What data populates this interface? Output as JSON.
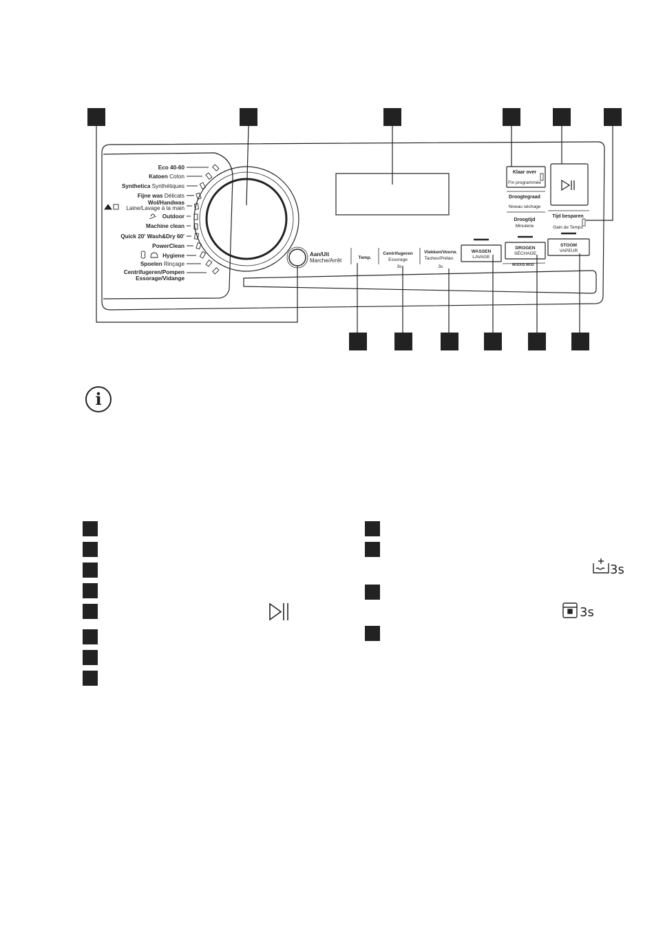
{
  "control_panel": {
    "programs": [
      {
        "nl": "Eco 40-60",
        "fr": ""
      },
      {
        "nl": "Katoen",
        "fr": "Coton"
      },
      {
        "nl": "Synthetica",
        "fr": "Synthétiques"
      },
      {
        "nl": "Fijne was",
        "fr": "Délicats"
      },
      {
        "nl": "Wol/Handwas",
        "fr": "Laine/Lavage à la main"
      },
      {
        "nl": "Outdoor",
        "fr": ""
      },
      {
        "nl": "Machine clean",
        "fr": ""
      },
      {
        "nl": "Quick 20' Wash&Dry 60'",
        "fr": ""
      },
      {
        "nl": "PowerClean",
        "fr": ""
      },
      {
        "nl": "Hygiene",
        "fr": ""
      },
      {
        "nl": "Spoelen",
        "fr": "Rinçage"
      },
      {
        "nl": "Centrifugeren/Pompen",
        "fr": "Essorage/Vidange"
      }
    ],
    "power": {
      "nl": "Aan/Uit",
      "fr": "Marche/Arrêt"
    },
    "temp": "Temp.",
    "spin": {
      "nl": "Centrifugeren",
      "fr": "Essorage",
      "sub": "3s"
    },
    "stains": {
      "nl": "Vlekken/Voorw.",
      "fr": "Taches/Prélav.",
      "sub": "3s"
    },
    "wash": {
      "nl": "WASSEN",
      "fr": "LAVAGE"
    },
    "dry": {
      "nl": "DROGEN",
      "fr": "SÉCHAGE"
    },
    "steam": {
      "nl": "STOOM",
      "fr": "VAPEUR"
    },
    "mode_label": "MODUS MOD",
    "end_time": {
      "nl": "Klaar over",
      "fr": "Fin programmée"
    },
    "dryness": {
      "nl": "Droogtegraad",
      "fr": "Niveau séchage"
    },
    "dry_time": {
      "nl": "Droogtijd",
      "fr": "Minuterie"
    },
    "time_save": {
      "nl": "Tijd besparen",
      "fr": "Gain de Temps"
    }
  },
  "legend": {
    "right_icon_1_text": "3s",
    "right_icon_2_text": "3s",
    "icon_names": [
      "start-pause-icon",
      "prewash-plus-icon",
      "child-lock-icon"
    ]
  },
  "colors": {
    "ink": "#222222",
    "background": "#ffffff"
  }
}
